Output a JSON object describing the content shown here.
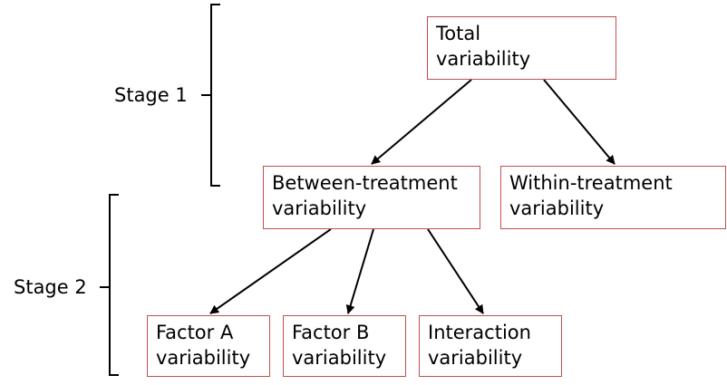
{
  "stage_labels": {
    "stage1": "Stage 1",
    "stage2": "Stage 2"
  },
  "nodes": {
    "total": {
      "line1": "Total",
      "line2": "variability"
    },
    "between": {
      "line1": "Between-treatment",
      "line2": "variability"
    },
    "within": {
      "line1": "Within-treatment",
      "line2": "variability"
    },
    "factor_a": {
      "line1": "Factor A",
      "line2": "variability"
    },
    "factor_b": {
      "line1": "Factor B",
      "line2": "variability"
    },
    "interaction": {
      "line1": "Interaction",
      "line2": "variability"
    }
  },
  "colors": {
    "box_border": "#c0504d",
    "line": "#000000",
    "text": "#000000"
  }
}
